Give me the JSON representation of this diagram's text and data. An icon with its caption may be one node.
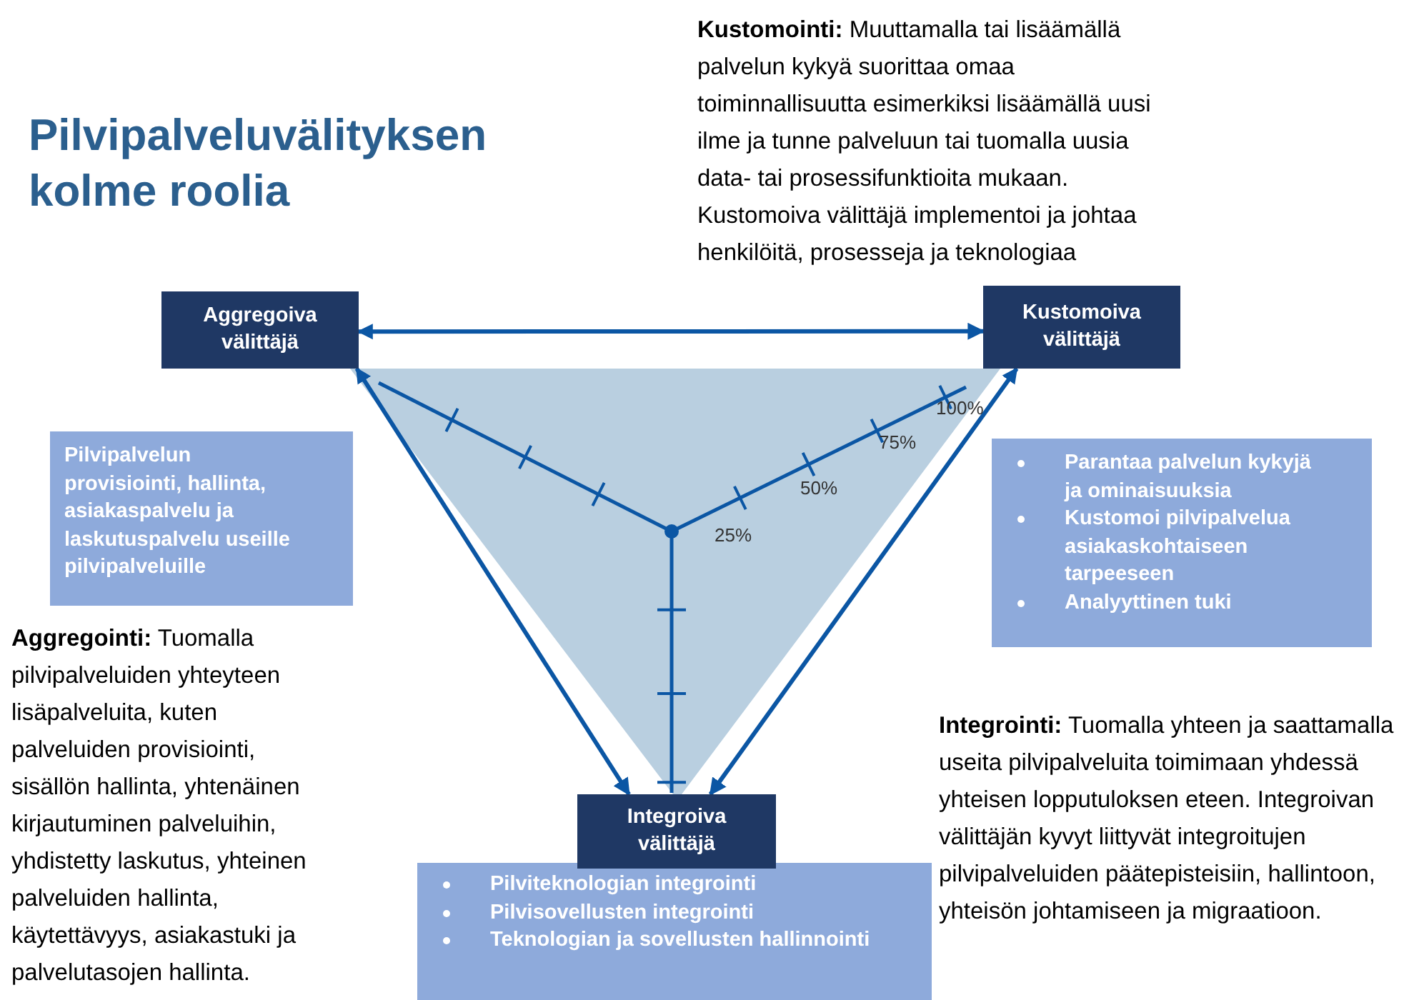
{
  "diagram": {
    "title": "Pilvipalveluvälityksen kolme roolia",
    "nodes": [
      {
        "text": [
          "Aggregoiva välittäjä"
        ]
      },
      {
        "text": [
          "Kustomoiva välittäjä"
        ]
      },
      {
        "text": [
          "Integroiva välittäjä"
        ]
      },
      {
        "text": [
          "Pilvipalvelun provisiointi, hallinta, asiakaspalvelu ja laskutuspalvelu useille pilvipalveluille"
        ]
      },
      {
        "text": [
          "Parantaa palvelun kykyjä ja ominaisuuksia",
          "Kustomoi pilvipalvelua asiakaskohtaiseen tarpeeseen",
          "Analyyttinen tuki"
        ]
      },
      {
        "text": [
          "Pilviteknologian integrointi",
          "Pilvisovellusten integrointi",
          "Teknologian ja sovellusten hallinnointi"
        ]
      }
    ],
    "edges": [
      {
        "from": 0,
        "to": 1,
        "arrow": "both"
      },
      {
        "from": 0,
        "to": 2,
        "arrow": "both"
      },
      {
        "from": 1,
        "to": 2,
        "arrow": "both"
      }
    ],
    "labels": [
      "**Kustomointi:** Muuttamalla tai lisäämällä palvelun kykyä suorittaa omaa toiminnallisuutta esimerkiksi lisäämällä uusi ilme ja tunne palveluun tai tuomalla uusia data- tai prosessifunktioita mukaan. Kustomoiva välittäjä implementoi ja johtaa henkilöitä, prosesseja ja teknologiaa",
      "25%",
      "50%",
      "75%",
      "100%",
      "**Aggregointi:** Tuomalla pilvipalveluiden yhteyteen lisäpalveluita, kuten palveluiden provisiointi, sisällön hallinta, yhtenäinen kirjautuminen palveluihin, yhdistetty laskutus, yhteinen palveluiden hallinta, käytettävyys, asiakastuki ja palvelutasojen hallinta.",
      "**Integrointi:** Tuomalla yhteen ja saattamalla useita pilvipalveluita toimimaan yhdessä yhteisen lopputuloksen eteen. Integroivan välittäjän kyvyt liittyvät integroitujen pilvipalveluiden päätepisteisiin, hallintoon, yhteisön johtamiseen ja migraatioon."
    ]
  }
}
